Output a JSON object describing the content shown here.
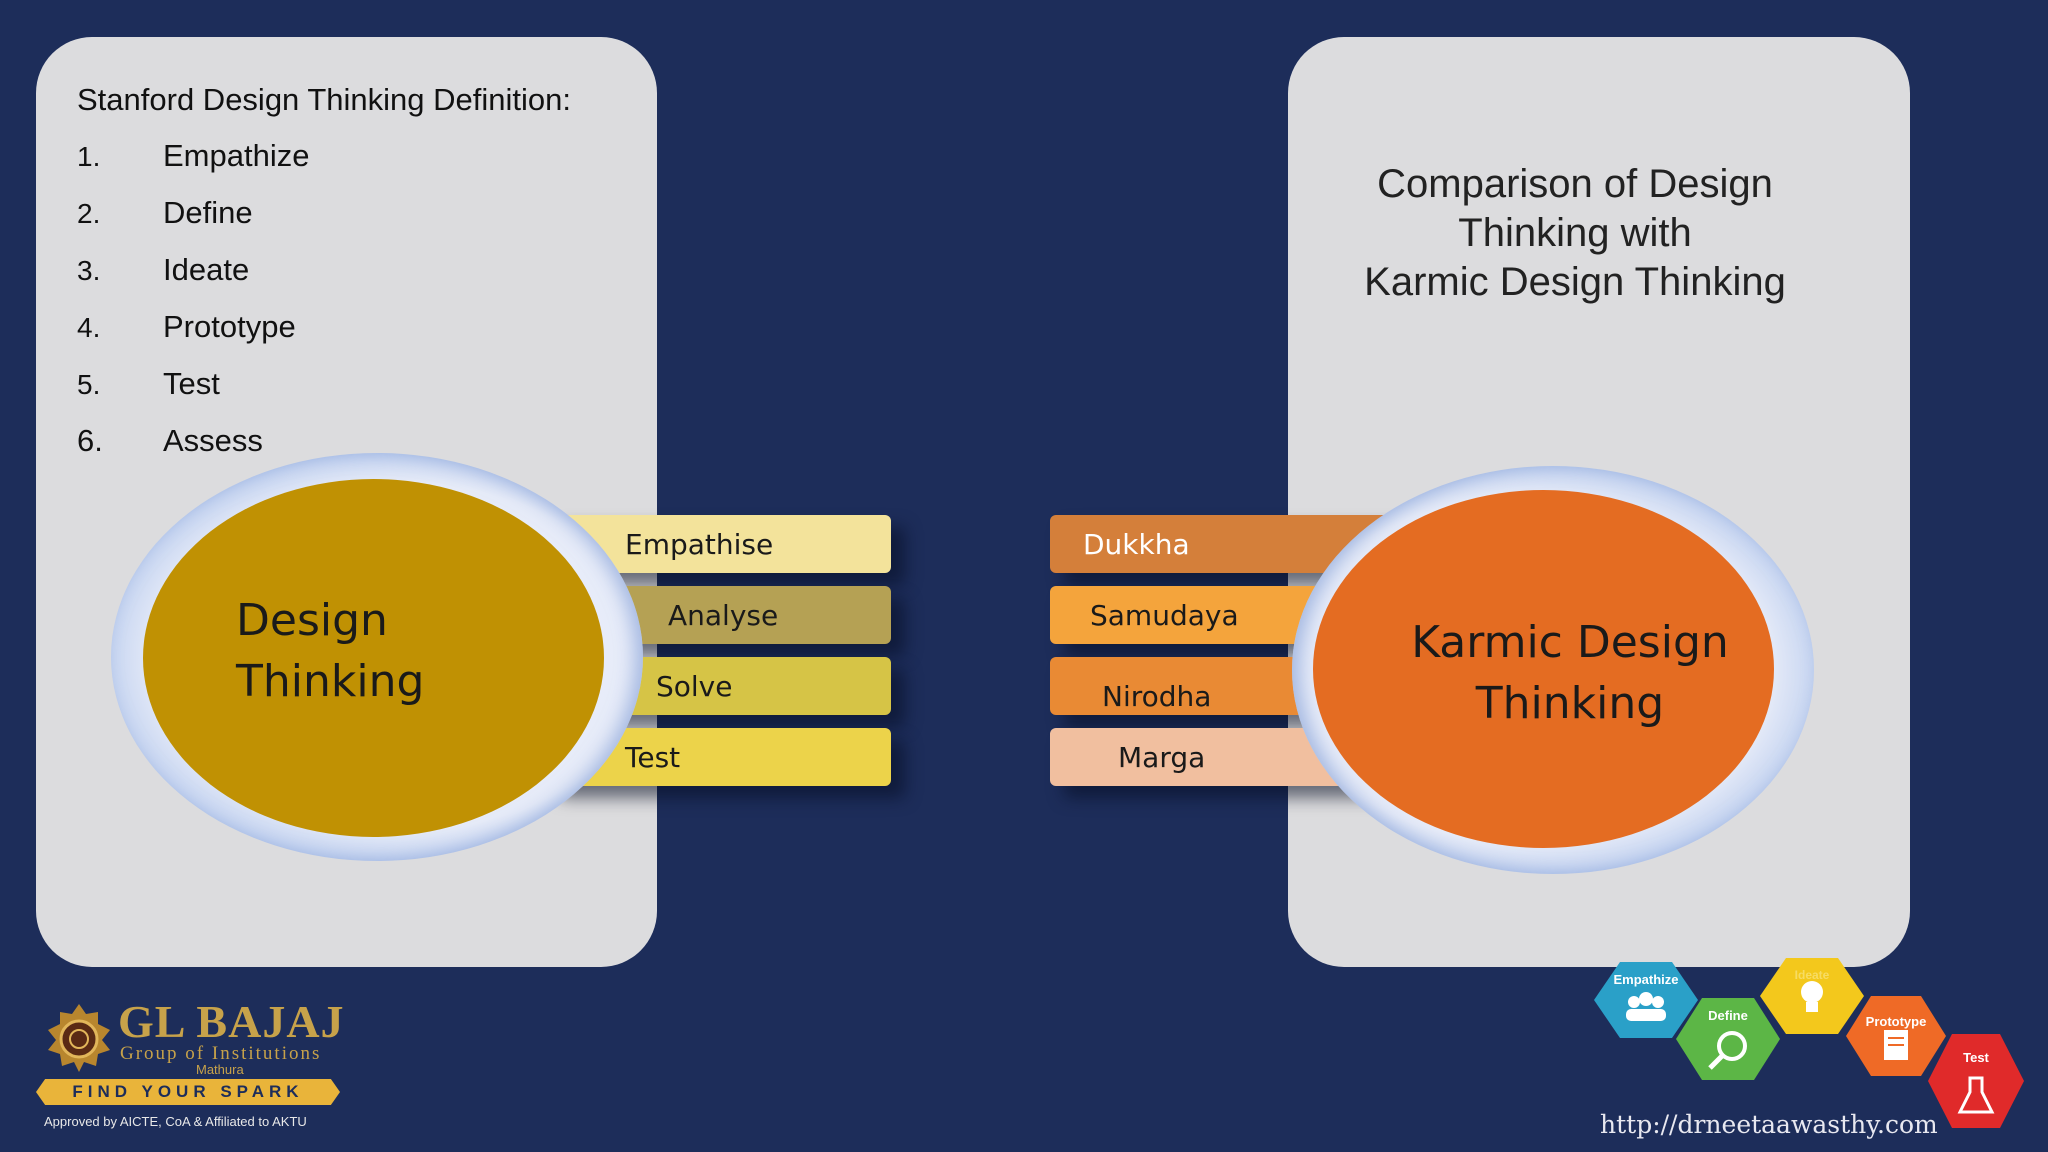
{
  "definition": {
    "title": "Stanford Design Thinking Definition:",
    "items": [
      {
        "num": "1.",
        "label": "Empathize"
      },
      {
        "num": "2.",
        "label": "Define"
      },
      {
        "num": "3.",
        "label": "Ideate"
      },
      {
        "num": "4.",
        "label": "Prototype"
      },
      {
        "num": "5.",
        "label": "Test"
      },
      {
        "num": "6.",
        "label": "Assess"
      }
    ]
  },
  "comparison": {
    "line1": "Comparison of Design",
    "line2": "Thinking with",
    "line3": "Karmic Design Thinking"
  },
  "design_thinking": {
    "line1": "Design",
    "line2": "Thinking",
    "color": "#c09103",
    "steps": [
      {
        "label": "Empathise",
        "color": "#f3e39b"
      },
      {
        "label": "Analyse",
        "color": "#b5a154"
      },
      {
        "label": "Solve",
        "color": "#d6c446"
      },
      {
        "label": "Test",
        "color": "#ecd34a"
      }
    ]
  },
  "karmic_design_thinking": {
    "line1": "Karmic Design",
    "line2": "Thinking",
    "color": "#e46c22",
    "steps": [
      {
        "label": "Dukkha",
        "color": "#d47f3a",
        "text_color": "#ffffff"
      },
      {
        "label": "Samudaya",
        "color": "#f4a43c",
        "text_color": "#1a1a1a"
      },
      {
        "label": "Nirodha",
        "color": "#e98a34",
        "text_color": "#1a1a1a"
      },
      {
        "label": "Marga",
        "color": "#f1bf9f",
        "text_color": "#1a1a1a"
      }
    ]
  },
  "logo": {
    "name": "GL BAJAJ",
    "group": "Group of Institutions",
    "city": "Mathura",
    "tagline": "FIND YOUR SPARK",
    "approval": "Approved by AICTE, CoA & Affiliated to AKTU"
  },
  "process_icons": [
    {
      "label": "Empathize",
      "icon": "people-icon",
      "color": "#2aa0c8"
    },
    {
      "label": "Define",
      "icon": "magnifier-icon",
      "color": "#5cb646"
    },
    {
      "label": "Ideate",
      "icon": "lightbulb-icon",
      "color": "#f3c81c"
    },
    {
      "label": "Prototype",
      "icon": "document-icon",
      "color": "#ef6a26"
    },
    {
      "label": "Test",
      "icon": "flask-icon",
      "color": "#e02a2a"
    }
  ],
  "url": "http://drneetaawasthy.com"
}
